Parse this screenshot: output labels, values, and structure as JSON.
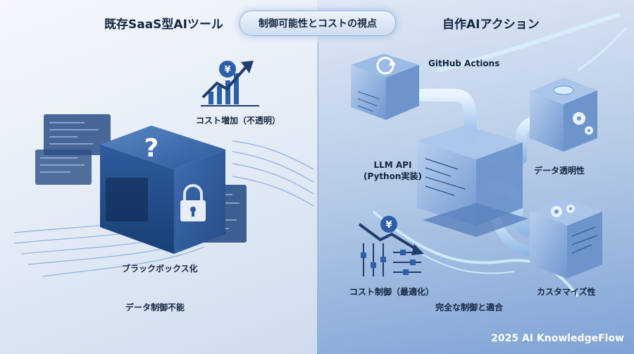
{
  "header": {
    "left_title": "既存SaaS型AIツール",
    "center_banner": "制御可能性とコストの視点",
    "right_title": "自作AIアクション"
  },
  "left": {
    "cost_label": "コスト増加（不透明）",
    "cost_icon": "yen-rising-chart-icon",
    "blackbox_label": "ブラックボックス化",
    "blackbox_icon": "question-cube-icon",
    "lock_icon": "padlock-icon",
    "bottom_label": "データ制御不能"
  },
  "right": {
    "github_label": "GitHub Actions",
    "github_icon": "github-sync-icon",
    "llm_label_line1": "LLM API",
    "llm_label_line2": "(Python実装)",
    "transparency_label": "データ透明性",
    "gear_icon": "gears-icon",
    "cost_label": "コスト制御（最適化）",
    "cost_icon": "yen-falling-sliders-icon",
    "custom_label": "カスタマイズ性",
    "bottom_label": "完全な制御と適合"
  },
  "footer": "2025 AI KnowledgeFlow",
  "colors": {
    "accent": "#2b5fa8",
    "dark_cube": "#1f4a86",
    "glass_cube": "#7fa6da",
    "glow": "#bfe4ff"
  }
}
